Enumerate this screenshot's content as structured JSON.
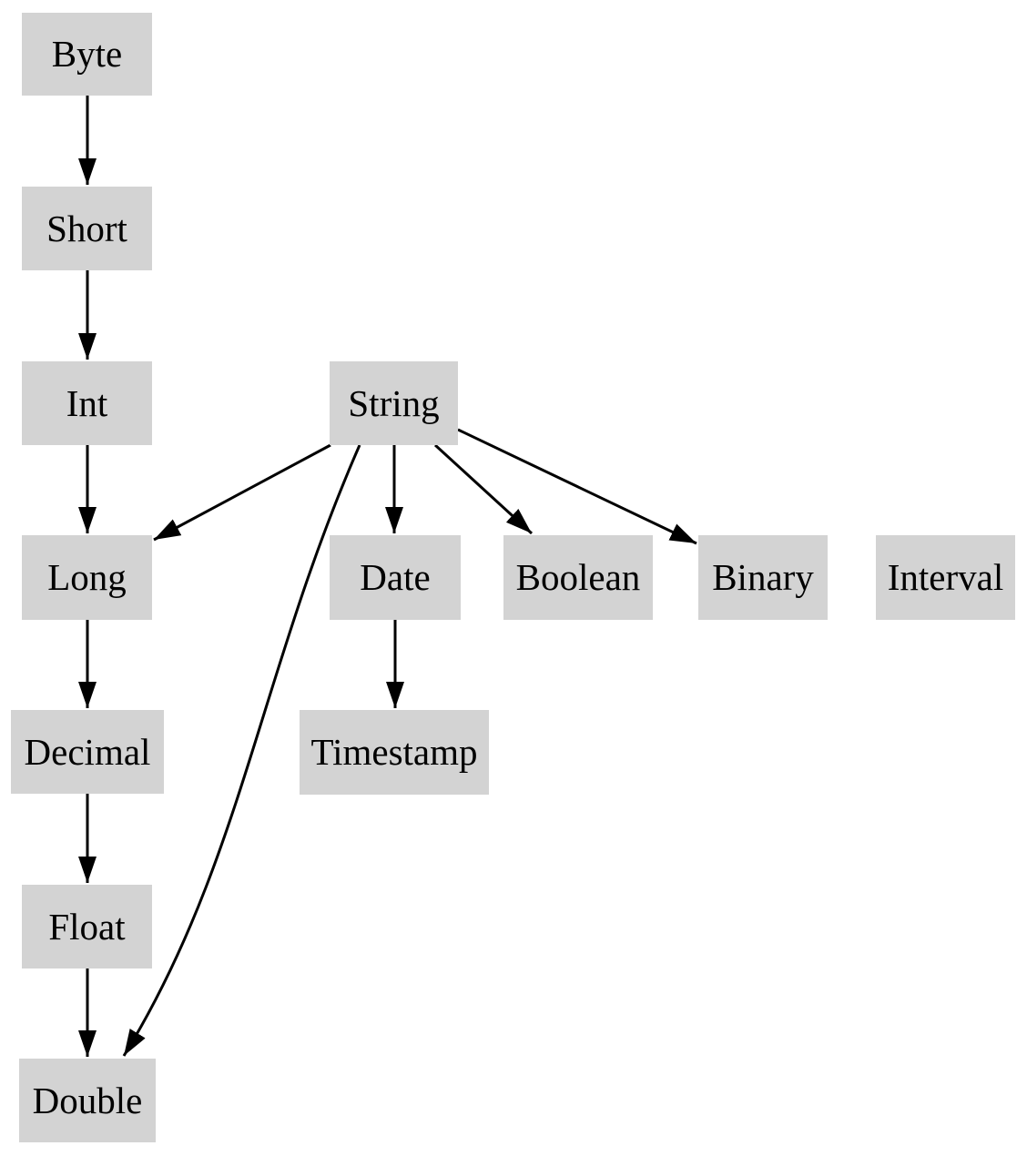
{
  "diagram": {
    "type": "directed-graph",
    "colors": {
      "background": "#ffffff",
      "node_fill": "#d3d3d3",
      "node_text": "#000000",
      "edge": "#000000"
    },
    "nodes": [
      {
        "id": "byte",
        "label": "Byte"
      },
      {
        "id": "short",
        "label": "Short"
      },
      {
        "id": "int",
        "label": "Int"
      },
      {
        "id": "string",
        "label": "String"
      },
      {
        "id": "long",
        "label": "Long"
      },
      {
        "id": "date",
        "label": "Date"
      },
      {
        "id": "boolean",
        "label": "Boolean"
      },
      {
        "id": "binary",
        "label": "Binary"
      },
      {
        "id": "interval",
        "label": "Interval"
      },
      {
        "id": "decimal",
        "label": "Decimal"
      },
      {
        "id": "timestamp",
        "label": "Timestamp"
      },
      {
        "id": "float",
        "label": "Float"
      },
      {
        "id": "double",
        "label": "Double"
      }
    ],
    "edges": [
      {
        "from": "Byte",
        "to": "Short",
        "style": "straight"
      },
      {
        "from": "Short",
        "to": "Int",
        "style": "straight"
      },
      {
        "from": "Int",
        "to": "Long",
        "style": "straight"
      },
      {
        "from": "Long",
        "to": "Decimal",
        "style": "straight"
      },
      {
        "from": "Decimal",
        "to": "Float",
        "style": "straight"
      },
      {
        "from": "Float",
        "to": "Double",
        "style": "straight"
      },
      {
        "from": "String",
        "to": "Long",
        "style": "straight"
      },
      {
        "from": "String",
        "to": "Date",
        "style": "straight"
      },
      {
        "from": "String",
        "to": "Boolean",
        "style": "straight"
      },
      {
        "from": "String",
        "to": "Binary",
        "style": "straight"
      },
      {
        "from": "String",
        "to": "Double",
        "style": "curved"
      },
      {
        "from": "Date",
        "to": "Timestamp",
        "style": "straight"
      }
    ]
  }
}
